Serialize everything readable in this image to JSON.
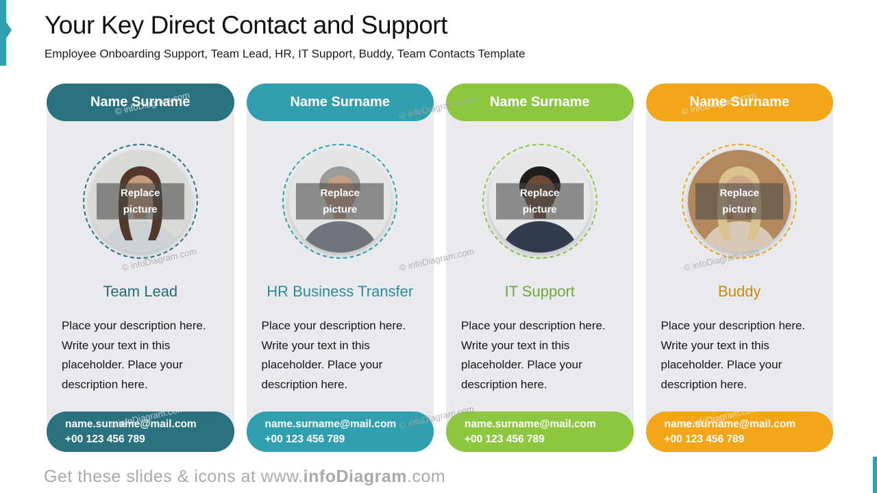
{
  "slide": {
    "title": "Your Key Direct Contact and Support",
    "subtitle": "Employee Onboarding Support, Team Lead, HR, IT Support, Buddy, Team Contacts Template",
    "watermark": "© infoDiagram.com",
    "accent_color": "#2f9fae",
    "card_body_color": "#e8eaed"
  },
  "photo_overlay": {
    "line1": "Replace",
    "line2": "picture"
  },
  "cards": [
    {
      "header": "Name Surname",
      "role": "Team Lead",
      "description": "Place your description here. Write your text in this placeholder. Place your description here.",
      "email": "name.surname@mail.com",
      "phone": "+00 123 456 789",
      "accent": "#2a7280",
      "role_color": "#256b77",
      "photo": {
        "bg": "#d9d9d5",
        "hair": "#53382a",
        "skin": "#c79b7d",
        "shirt": "#ccd2d6",
        "long_hair": 1
      }
    },
    {
      "header": "Name Surname",
      "role": "HR Business Transfer",
      "description": "Place your description here. Write your text in this placeholder. Place your description here.",
      "email": "name.surname@mail.com",
      "phone": "+00 123 456 789",
      "accent": "#31a0ae",
      "role_color": "#2b8d9c",
      "photo": {
        "bg": "#e3e5e5",
        "hair": "#9b9b97",
        "skin": "#c7a186",
        "shirt": "#70757c",
        "long_hair": 0
      }
    },
    {
      "header": "Name Surname",
      "role": "IT Support",
      "description": "Place your description here. Write your text in this placeholder. Place your description here.",
      "email": "name.surname@mail.com",
      "phone": "+00 123 456 789",
      "accent": "#8dc63f",
      "role_color": "#6fa83a",
      "photo": {
        "bg": "#e6e7e9",
        "hair": "#201d1a",
        "skin": "#6b4a36",
        "shirt": "#323a4e",
        "long_hair": 0
      }
    },
    {
      "header": "Name Surname",
      "role": "Buddy",
      "description": "Place your description here. Write your text in this placeholder. Place your description here.",
      "email": "name.surname@mail.com",
      "phone": "+00 123 456 789",
      "accent": "#f2a516",
      "role_color": "#c8890f",
      "photo": {
        "bg": "#b2885c",
        "hair": "#d9c28c",
        "skin": "#d2a88b",
        "shirt": "#d8c8b6",
        "long_hair": 1
      }
    }
  ],
  "footer": {
    "pre": "Get these slides & icons at www.",
    "brand": "infoDiagram",
    "post": ".com"
  }
}
